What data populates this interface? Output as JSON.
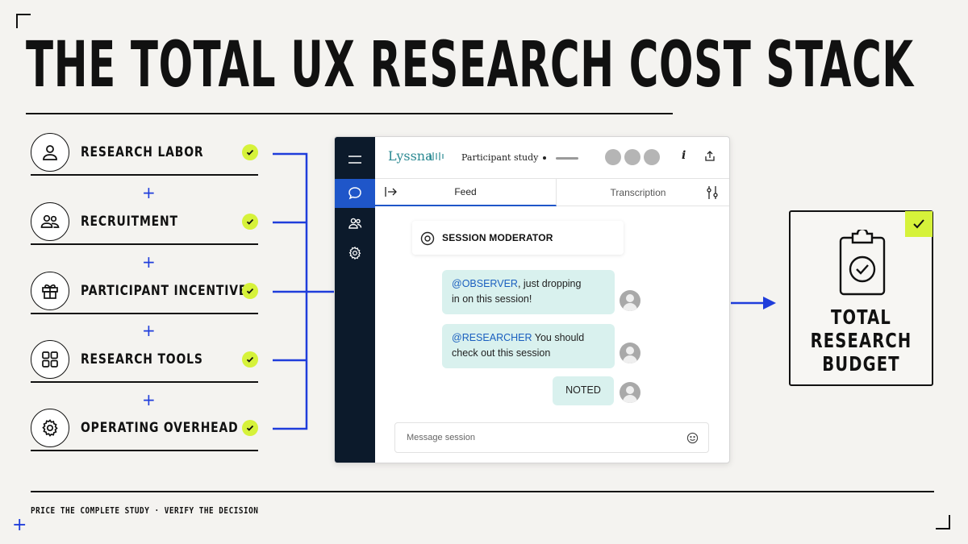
{
  "title": "THE TOTAL UX RESEARCH COST STACK",
  "stack": {
    "items": [
      {
        "label": "RESEARCH LABOR",
        "icon": "person-icon",
        "checked": true
      },
      {
        "label": "RECRUITMENT",
        "icon": "people-icon",
        "checked": true
      },
      {
        "label": "PARTICIPANT INCENTIVES",
        "icon": "gift-icon",
        "checked": true
      },
      {
        "label": "RESEARCH TOOLS",
        "icon": "grid-icon",
        "checked": true
      },
      {
        "label": "OPERATING OVERHEAD",
        "icon": "gear-icon",
        "checked": true
      }
    ],
    "separator": "+"
  },
  "app": {
    "logo": "Lyssna",
    "study_name": "Participant study",
    "tabs": {
      "feed": "Feed",
      "transcription": "Transcription"
    },
    "moderator_label": "SESSION MODERATOR",
    "messages": [
      {
        "mention": "@OBSERVER",
        "text_line1": ", just dropping",
        "text_line2": "in on this session!"
      },
      {
        "mention": "@RESEARCHER",
        "text_line1": " You should",
        "text_line2": "check out this session"
      },
      {
        "mention": "",
        "text_line1": "NOTED",
        "text_line2": ""
      }
    ],
    "composer_placeholder": "Message session"
  },
  "budget": {
    "label": "TOTAL\nRESEARCH\nBUDGET"
  },
  "footer": "PRICE THE COMPLETE STUDY · VERIFY THE DECISION",
  "colors": {
    "accent_blue": "#1f3ddb",
    "check_lime": "#d6f23a",
    "sidebar_navy": "#0c1a2b",
    "bubble_teal": "#d9f1ee"
  }
}
